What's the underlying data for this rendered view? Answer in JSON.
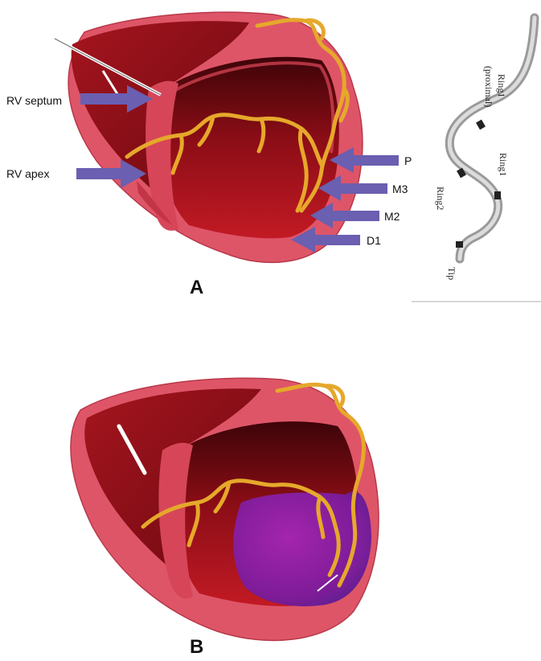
{
  "panel_a": {
    "letter": "A",
    "labels": {
      "rv_septum": "RV septum",
      "rv_apex": "RV apex",
      "p": "P",
      "m3": "M3",
      "m2": "M2",
      "d1": "D1"
    },
    "lead": {
      "ring1_proximal": "Ring1",
      "proximal": "(proximal)",
      "ring1": "Ring1",
      "ring2": "Ring2",
      "tip": "Tip"
    }
  },
  "panel_b": {
    "letter": "B"
  },
  "colors": {
    "myocardium_outer": "#de5568",
    "chamber_dark": "#8a0d16",
    "chamber_mid": "#b31722",
    "vessel": "#e6a82b",
    "arrow": "#6a5fb0",
    "infarct": "#8e1ea6"
  }
}
